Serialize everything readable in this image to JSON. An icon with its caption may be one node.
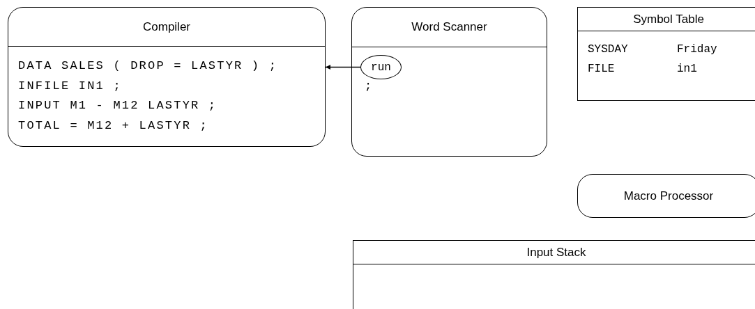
{
  "diagram": {
    "nodes": [
      {
        "text": [
          "Compiler",
          "DATA SALES ( DROP = LASTYR ) ;",
          "INFILE IN1 ;",
          "INPUT M1 - M12 LASTYR ;",
          "TOTAL = M12 + LASTYR ;"
        ]
      },
      {
        "text": [
          "Word Scanner",
          ";"
        ]
      },
      {
        "text": [
          "run"
        ],
        "in": 1
      },
      {
        "text": [
          "Symbol Table",
          "SYSDAY",
          "Friday",
          "FILE",
          "in1"
        ]
      },
      {
        "text": [
          "Macro Processor"
        ]
      },
      {
        "text": [
          "Input Stack"
        ]
      }
    ],
    "edges": [
      {
        "from": 2,
        "to": 0,
        "arrow": "to"
      }
    ]
  }
}
